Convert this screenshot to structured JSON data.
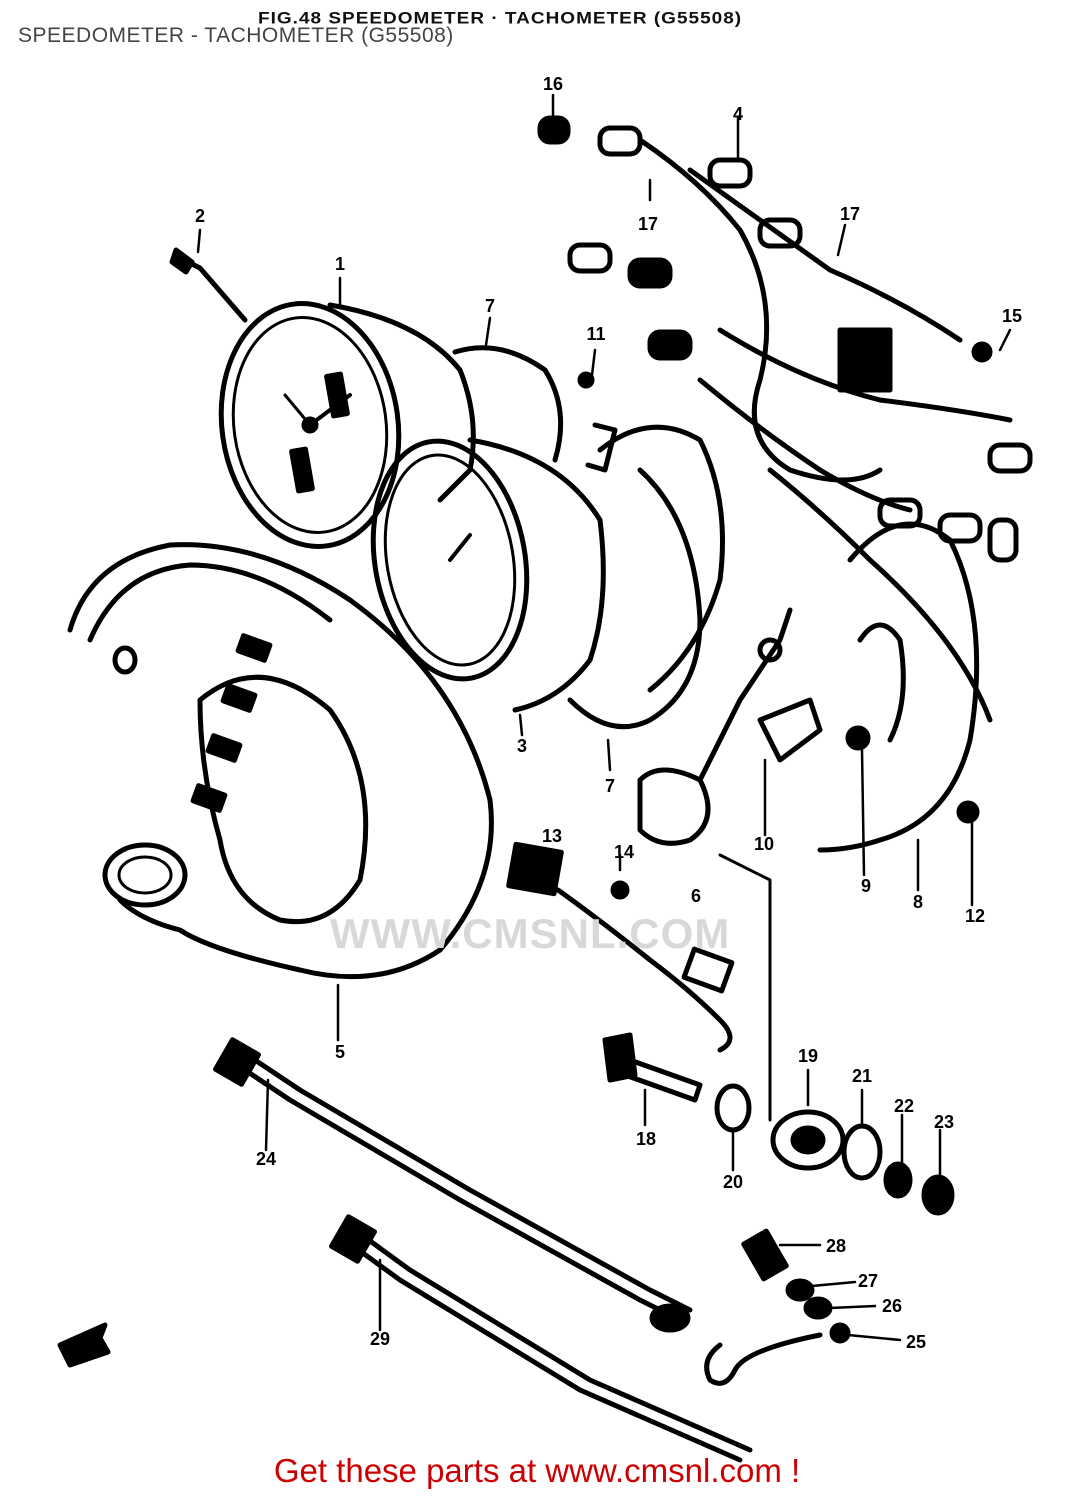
{
  "header": {
    "fig_line": "FIG.48   SPEEDOMETER · TACHOMETER (G55508)",
    "title": "SPEEDOMETER - TACHOMETER (G55508)"
  },
  "watermark": {
    "text": "WWW.CMSNL.COM"
  },
  "footer": {
    "text": "Get these parts at www.cmsnl.com !"
  },
  "callouts": [
    "1",
    "2",
    "3",
    "4",
    "5",
    "6",
    "7",
    "7",
    "8",
    "9",
    "10",
    "11",
    "12",
    "13",
    "14",
    "15",
    "16",
    "17",
    "17",
    "18",
    "19",
    "20",
    "21",
    "22",
    "23",
    "24",
    "25",
    "26",
    "27",
    "28",
    "29"
  ],
  "colors": {
    "footer": "#cc0000",
    "ink": "#000000",
    "watermark": "#d8d8d8"
  }
}
